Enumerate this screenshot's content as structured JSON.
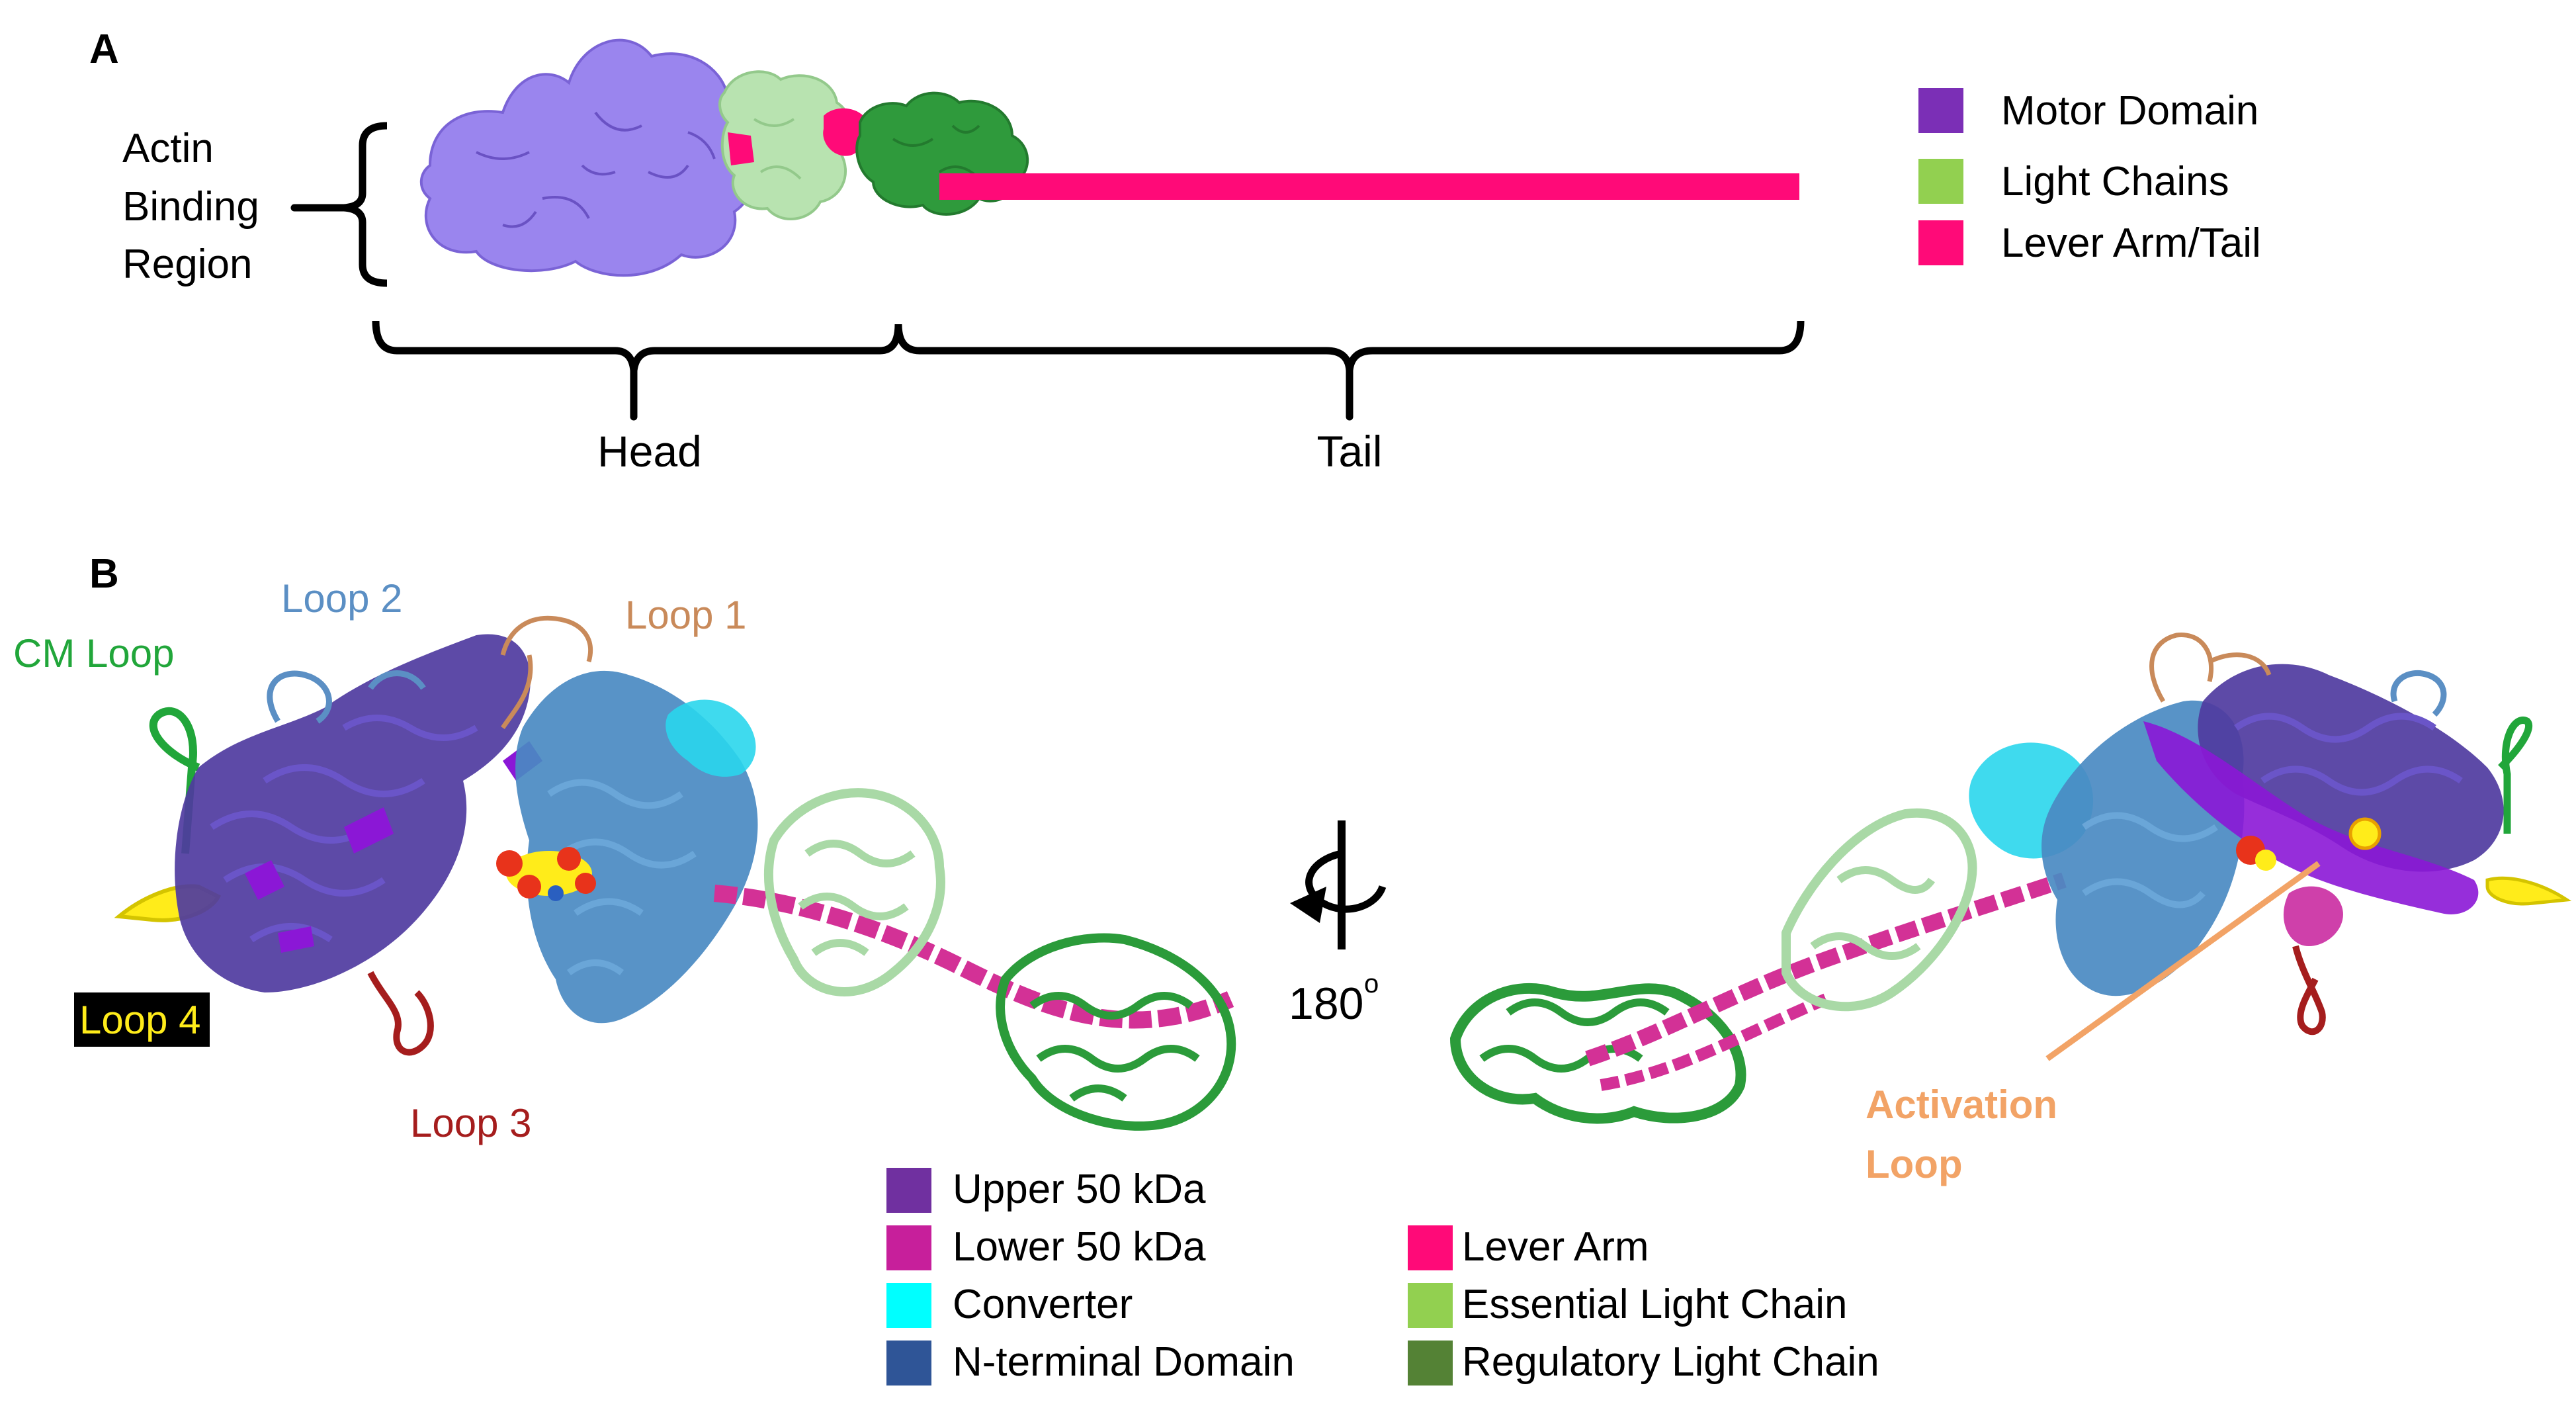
{
  "panel_a": {
    "label": "A",
    "actin_region": [
      "Actin",
      "Binding",
      "Region"
    ],
    "head_label": "Head",
    "tail_label": "Tail",
    "legend": [
      {
        "label": "Motor Domain",
        "color": "#7b2fb6"
      },
      {
        "label": "Light Chains",
        "color": "#92d050"
      },
      {
        "label": "Lever Arm/Tail",
        "color": "#ff0a78"
      }
    ]
  },
  "panel_b": {
    "label": "B",
    "loops": {
      "loop2": "Loop 2",
      "loop1": "Loop 1",
      "cm_loop": "CM Loop",
      "loop4": "Loop 4",
      "loop3": "Loop 3",
      "activation_1": "Activation",
      "activation_2": "Loop"
    },
    "rotation": {
      "value": "180",
      "unit": "o"
    },
    "legend_left": [
      {
        "label": "Upper 50 kDa",
        "color": "#7030a0"
      },
      {
        "label": "Lower 50 kDa",
        "color": "#c71f9b"
      },
      {
        "label": "Converter",
        "color": "#00ffff"
      },
      {
        "label": "N-terminal Domain",
        "color": "#2f5597"
      }
    ],
    "legend_right": [
      {
        "label": "Lever Arm",
        "color": "#ff0a78"
      },
      {
        "label": "Essential Light Chain",
        "color": "#92d050"
      },
      {
        "label": "Regulatory Light Chain",
        "color": "#548235"
      }
    ]
  },
  "colors": {
    "motor_a": "#9a85ee",
    "elc_a": "#b8e3b0",
    "rlc_a": "#2f9a3c",
    "lever": "#ff0a78",
    "upper": "#4f3ba0",
    "upper_bright": "#8b17d6",
    "lower": "#d33196",
    "converter": "#2ad6ec",
    "nterm": "#4a8ac2",
    "elc_b": "#a9d9a6",
    "rlc_b": "#2b9b3a",
    "loop1": "#c98a5a",
    "loop2": "#5b8fc4",
    "loop3": "#a51d1d",
    "loop4": "#ffec1a",
    "cm_loop": "#21a63a",
    "activation": "#f2a366"
  }
}
